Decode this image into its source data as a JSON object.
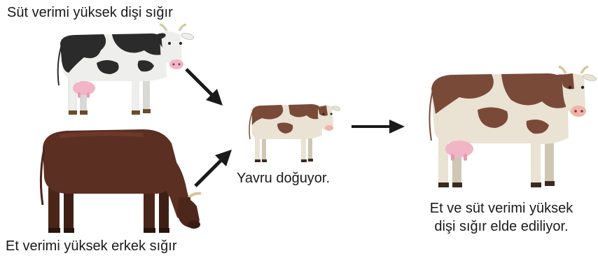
{
  "labels": {
    "dairy_cow": "Süt verimi yüksek dişi sığır",
    "beef_bull": "Et verimi yüksek erkek sığır",
    "calf": "Yavru doğuyor.",
    "result_line1": "Et ve süt verimi yüksek",
    "result_line2": "dişi sığır elde ediliyor."
  },
  "icons": {
    "dairy_cow": "holstein-cow-icon",
    "beef_bull": "brown-bull-grazing-icon",
    "calf": "calf-icon",
    "result_cow": "dual-purpose-cow-icon",
    "arrows": "arrow-icon"
  },
  "colors": {
    "holstein_black": "#2b2b2b",
    "holstein_white": "#eeeeec",
    "bull_brown": "#5b2f22",
    "spotted_brown": "#7a4a38",
    "spotted_cream": "#eae2d2",
    "udder_pink": "#f2b5c7",
    "arrow": "#1a1a1a"
  }
}
